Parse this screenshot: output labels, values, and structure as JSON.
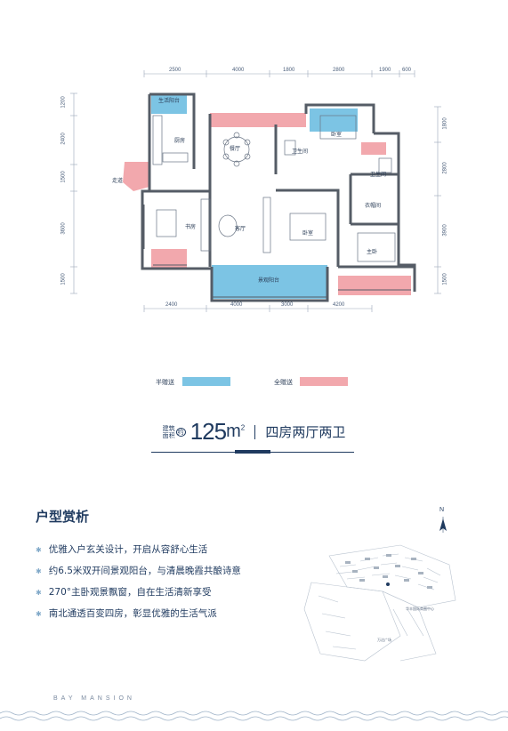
{
  "floorplan": {
    "top_dims": [
      "2500",
      "4000",
      "1800",
      "2800",
      "1900",
      "600"
    ],
    "bottom_dims": [
      "2400",
      "4000",
      "3000",
      "4200"
    ],
    "left_dims": [
      "1200",
      "2400",
      "1500",
      "3600",
      "1500"
    ],
    "right_dims": [
      "1800",
      "2800",
      "3900",
      "1500"
    ],
    "rooms": {
      "balcony_life": "生活阳台",
      "kitchen": "厨房",
      "dining": "餐厅",
      "bath1": "卫生间",
      "bedroom_top": "卧室",
      "corridor": "走道",
      "bath2": "卫生间",
      "cloak": "衣帽间",
      "study": "书房",
      "living": "客厅",
      "bedroom_mid": "卧室",
      "master": "主卧",
      "view_balcony": "景观阳台"
    },
    "colors": {
      "half_gift": "#7cc4e4",
      "full_gift": "#f2a8ad",
      "wall": "#555c66"
    }
  },
  "legend": {
    "half": "半赠送",
    "full": "全赠送"
  },
  "headline": {
    "label_top": "建筑",
    "label_bottom": "面积",
    "label_suffix": "约",
    "area": "125",
    "unit": "m",
    "unit_sup": "2",
    "type": "四房两厅两卫"
  },
  "appreciation": {
    "title": "户型赏析",
    "points": [
      "优雅入户玄关设计，开启从容舒心生活",
      "约6.5米双开间景观阳台，与清晨晚霞共酿诗意",
      "270°主卧观景飘窗，自在生活清新享受",
      "南北通透百变四房，彰显优雅的生活气派"
    ]
  },
  "map": {
    "north": "N",
    "label1": "华丰国际商圈中心",
    "label2": "万达广场"
  },
  "footer": {
    "brand": "BAY MANSION"
  }
}
